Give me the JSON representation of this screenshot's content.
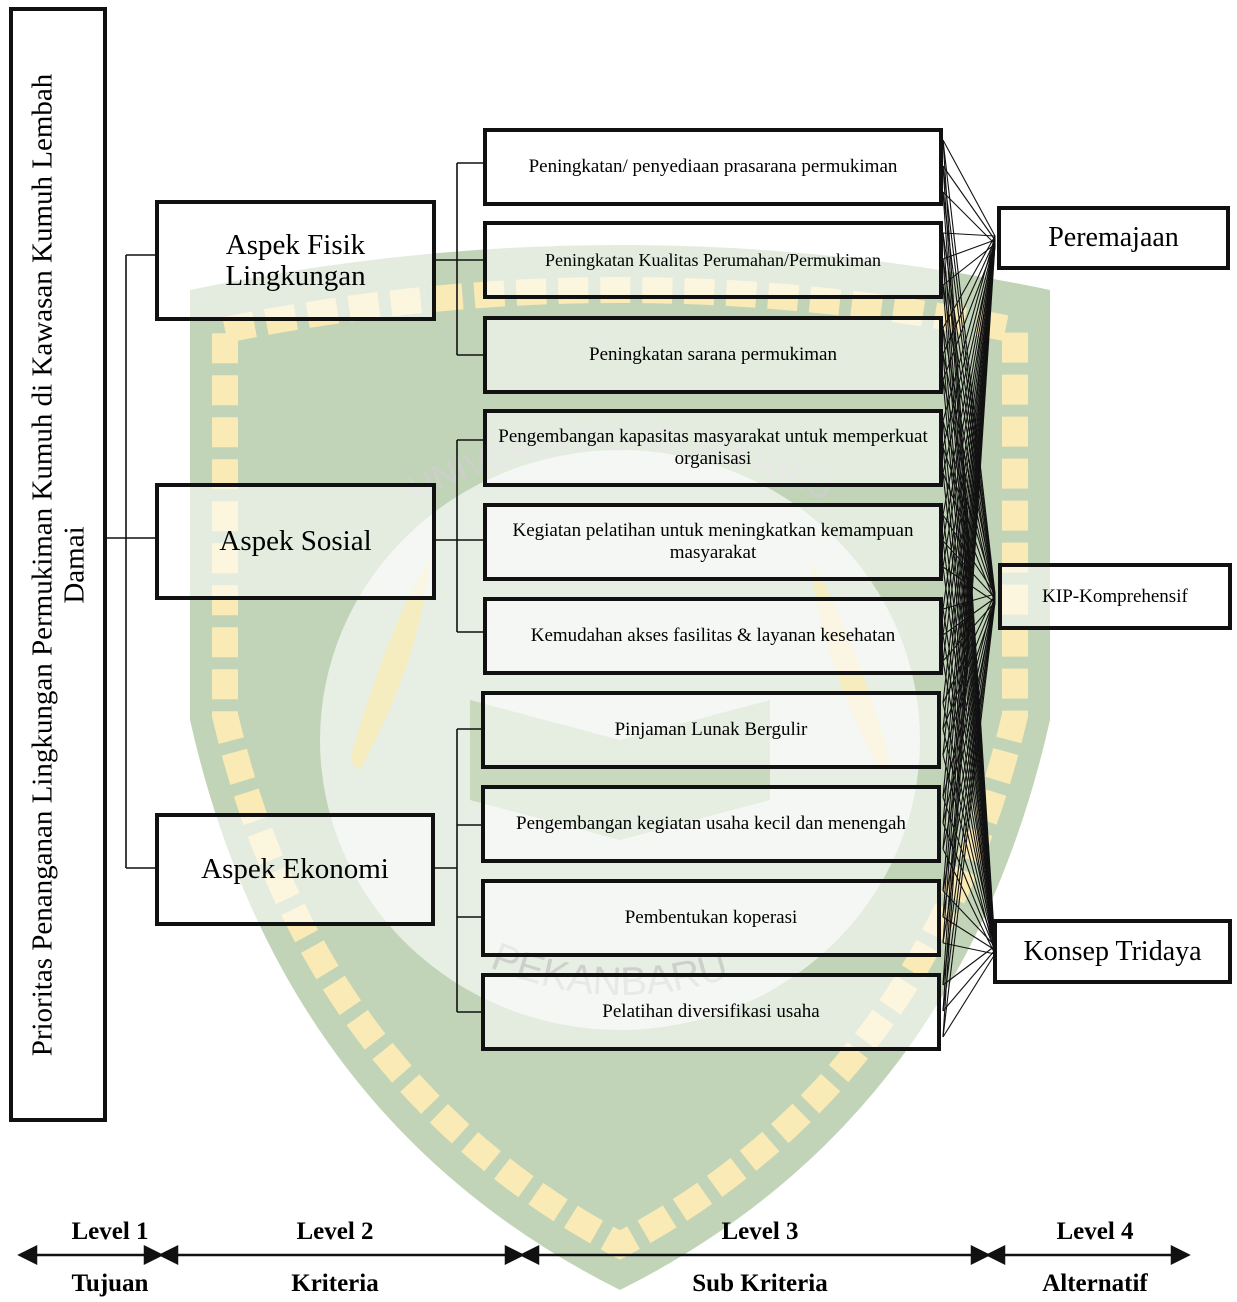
{
  "goal": {
    "line1": "Prioritas Penanganan Lingkungan Permukiman Kumuh di Kawasan Kumuh Lembah",
    "line2": "Damai"
  },
  "criteria": [
    {
      "label": "Aspek Fisik Lingkungan"
    },
    {
      "label": "Aspek Sosial"
    },
    {
      "label": "Aspek Ekonomi"
    }
  ],
  "subcriteria": [
    {
      "label": "Peningkatan/ penyediaan prasarana permukiman"
    },
    {
      "label": "Peningkatan Kualitas Perumahan/Permukiman"
    },
    {
      "label": "Peningkatan sarana permukiman"
    },
    {
      "label": "Pengembangan kapasitas masyarakat untuk memperkuat organisasi"
    },
    {
      "label": "Kegiatan pelatihan untuk meningkatkan kemampuan masyarakat"
    },
    {
      "label": "Kemudahan akses fasilitas & layanan kesehatan"
    },
    {
      "label": "Pinjaman Lunak Bergulir"
    },
    {
      "label": "Pengembangan kegiatan usaha kecil dan menengah"
    },
    {
      "label": "Pembentukan koperasi"
    },
    {
      "label": "Pelatihan diversifikasi usaha"
    }
  ],
  "alternatives": [
    {
      "label": "Peremajaan"
    },
    {
      "label": "KIP-Komprehensif"
    },
    {
      "label": "Konsep Tridaya"
    }
  ],
  "levels": [
    {
      "level": "Level 1",
      "name": "Tujuan"
    },
    {
      "level": "Level 2",
      "name": "Kriteria"
    },
    {
      "level": "Level 3",
      "name": "Sub Kriteria"
    },
    {
      "level": "Level 4",
      "name": "Alternatif"
    }
  ],
  "watermark": {
    "top_text": "UNIVERSITAS ISLAM RIAU",
    "bottom_text": "PEKANBARU"
  },
  "colors": {
    "seal_green": "#6f9a55",
    "seal_yellow": "#f3cf52",
    "line": "#111111"
  }
}
